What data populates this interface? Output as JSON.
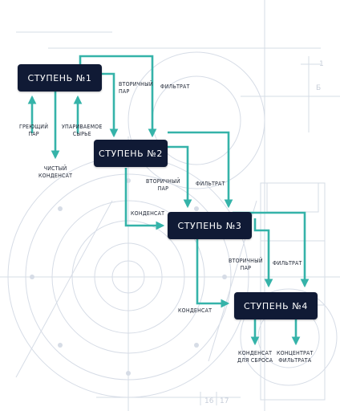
{
  "colors": {
    "arrow": "#35b3a9",
    "box": "#101a35",
    "box_text": "#ffffff",
    "label_text": "#1d2433",
    "background_drawing": "#d6dce6"
  },
  "stages": [
    {
      "label": "СТУПЕНЬ №1"
    },
    {
      "label": "СТУПЕНЬ №2"
    },
    {
      "label": "СТУПЕНЬ №3"
    },
    {
      "label": "СТУПЕНЬ №4"
    }
  ],
  "labels": {
    "heating_steam": "ГРЕЮЩИЙ\nПАР",
    "evaporated_feed": "УПАРИВАЕМОЕ\nСЫРЬЕ",
    "clean_condensate": "ЧИСТЫЙ\nКОНДЕНСАТ",
    "secondary_steam_1": "ВТОРИЧНЫЙ\nПАР",
    "filtrate_1": "ФИЛЬТРАТ",
    "secondary_steam_2": "ВТОРИЧНЫЙ\nПАР",
    "filtrate_2": "ФИЛЬТРАТ",
    "condensate_2": "КОНДЕНСАТ",
    "secondary_steam_3": "ВТОРИЧНЫЙ\nПАР",
    "filtrate_3": "ФИЛЬТРАТ",
    "condensate_3": "КОНДЕНСАТ",
    "discharge_condensate": "КОНДЕНСАТ\nДЛЯ СБРОСА",
    "filtrate_concentrate": "КОНЦЕНТРАТ\nФИЛЬТРАТА"
  },
  "drawing_marks": {
    "b": "Б",
    "one": "1",
    "sixteen": "16",
    "seventeen": "17"
  }
}
